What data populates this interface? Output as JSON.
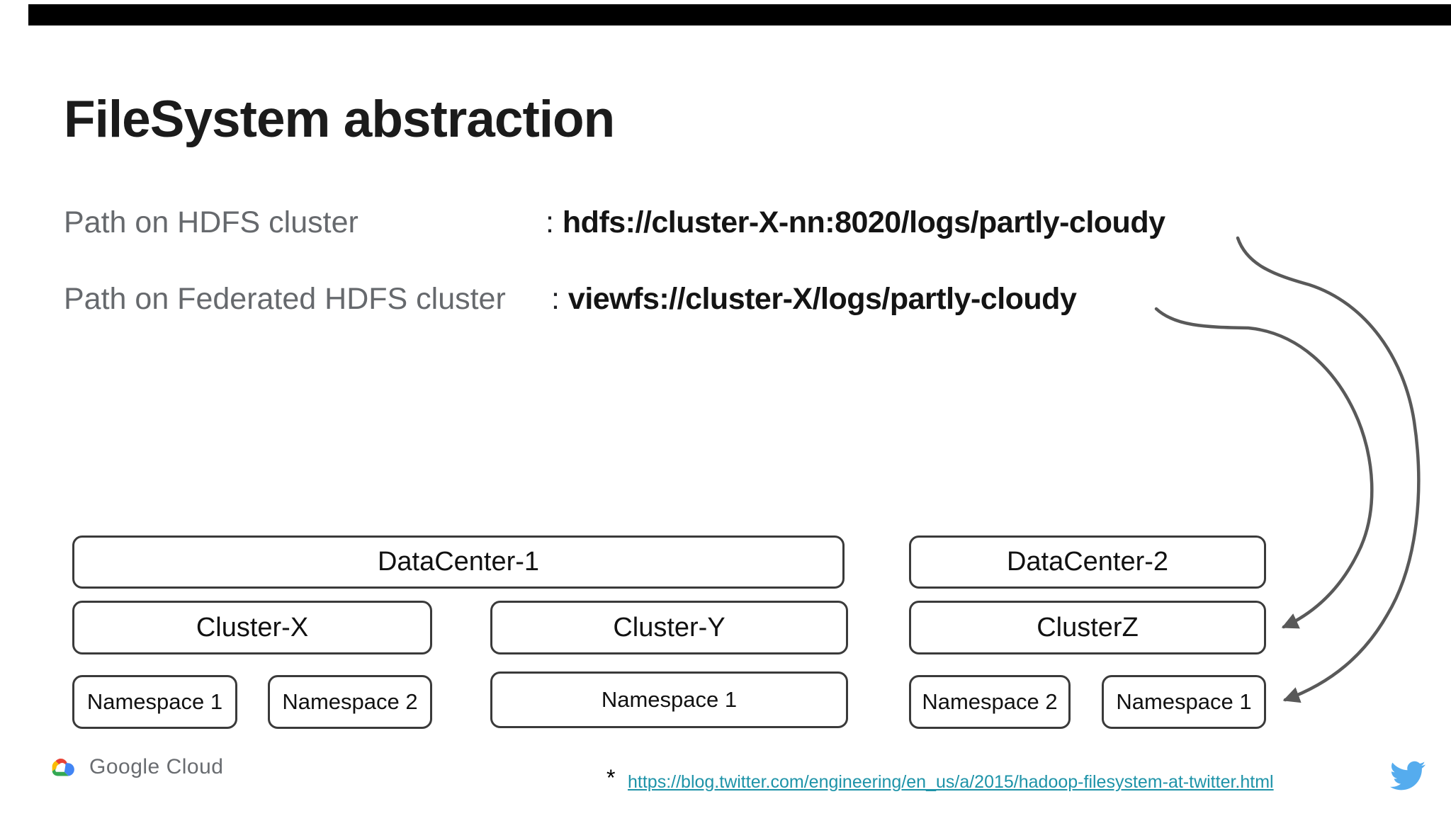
{
  "title": "FileSystem abstraction",
  "paths": [
    {
      "label": "Path on HDFS cluster",
      "separator": ": ",
      "value": "hdfs://cluster-X-nn:8020/logs/partly-cloudy"
    },
    {
      "label": "Path on Federated HDFS cluster",
      "separator": ": ",
      "value": "viewfs://cluster-X/logs/partly-cloudy"
    }
  ],
  "diagram": {
    "datacenters": [
      {
        "label": "DataCenter-1",
        "clusters": [
          {
            "label": "Cluster-X",
            "namespaces": [
              "Namespace 1",
              "Namespace 2"
            ]
          },
          {
            "label": "Cluster-Y",
            "namespaces": [
              "Namespace 1"
            ]
          }
        ]
      },
      {
        "label": "DataCenter-2",
        "clusters": [
          {
            "label": "ClusterZ",
            "namespaces": [
              "Namespace 2",
              "Namespace 1"
            ]
          }
        ]
      }
    ],
    "arrows": [
      {
        "from": "hdfs path",
        "to": "DataCenter-2 Namespace 1"
      },
      {
        "from": "viewfs path",
        "to": "ClusterZ"
      }
    ]
  },
  "footer": {
    "logo_text": "Google Cloud",
    "footnote_marker": "*",
    "link_text": "https://blog.twitter.com/engineering/en_us/a/2015/hadoop-filesystem-at-twitter.html",
    "twitter_icon": "twitter-bird"
  },
  "colors": {
    "link_teal": "#1e93a8",
    "twitter_blue": "#55acee",
    "arrow_gray": "#595959",
    "label_gray": "#66696d",
    "box_border": "#3a3a3a",
    "top_bar": "#000000"
  }
}
